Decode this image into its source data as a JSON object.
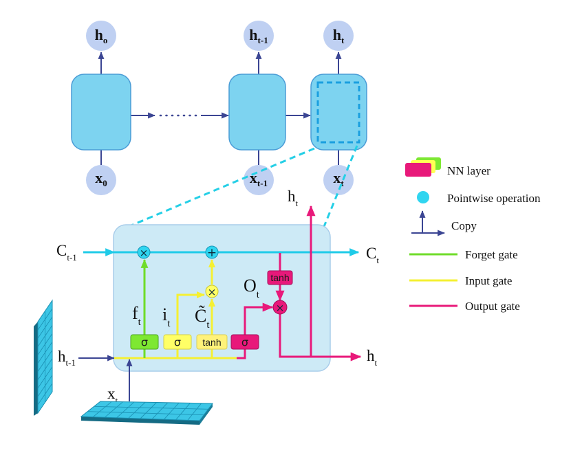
{
  "colors": {
    "cell_state": "#1fcbe8",
    "forget_gate": "#7ee832",
    "input_gate": "#ffff55",
    "output_gate": "#e8197a",
    "flow": "#3b4593",
    "rnn_cell": "#7dd3f0",
    "node": "#bfd0f2",
    "lstm_background": "#cdeaf6"
  },
  "chain": {
    "h0": {
      "base": "h",
      "sub": "o"
    },
    "h_prev": {
      "base": "h",
      "sub": "t-1"
    },
    "h_t": {
      "base": "h",
      "sub": "t"
    },
    "x0": {
      "base": "x",
      "sub": "0"
    },
    "x_prev": {
      "base": "x",
      "sub": "t-1"
    },
    "x_t": {
      "base": "x",
      "sub": "t"
    }
  },
  "cell": {
    "c_prev": {
      "base": "C",
      "sub": "t-1"
    },
    "c_t": {
      "base": "C",
      "sub": "t"
    },
    "h_prev": {
      "base": "h",
      "sub": "t-1"
    },
    "x_t": {
      "base": "x",
      "sub": "t"
    },
    "h_t_up": {
      "base": "h",
      "sub": "t"
    },
    "h_t_out": {
      "base": "h",
      "sub": "t"
    },
    "f_t": {
      "base": "f",
      "sub": "t"
    },
    "i_t": {
      "base": "i",
      "sub": "t"
    },
    "c_tilde": {
      "base": "C̃",
      "sub": "t"
    },
    "o_t": {
      "base": "O",
      "sub": "t"
    },
    "gates": {
      "forget": "σ",
      "input": "σ",
      "candidate": "tanh",
      "output": "σ",
      "cell_tanh": "tanh"
    },
    "ops": {
      "forget_mul": "×",
      "add": "+",
      "input_mul": "×",
      "output_mul": "×"
    }
  },
  "legend": {
    "nn_layer": "NN layer",
    "pointwise": "Pointwise operation",
    "copy": "Copy",
    "forget": "Forget gate",
    "input": "Input gate",
    "output": "Output gate"
  }
}
